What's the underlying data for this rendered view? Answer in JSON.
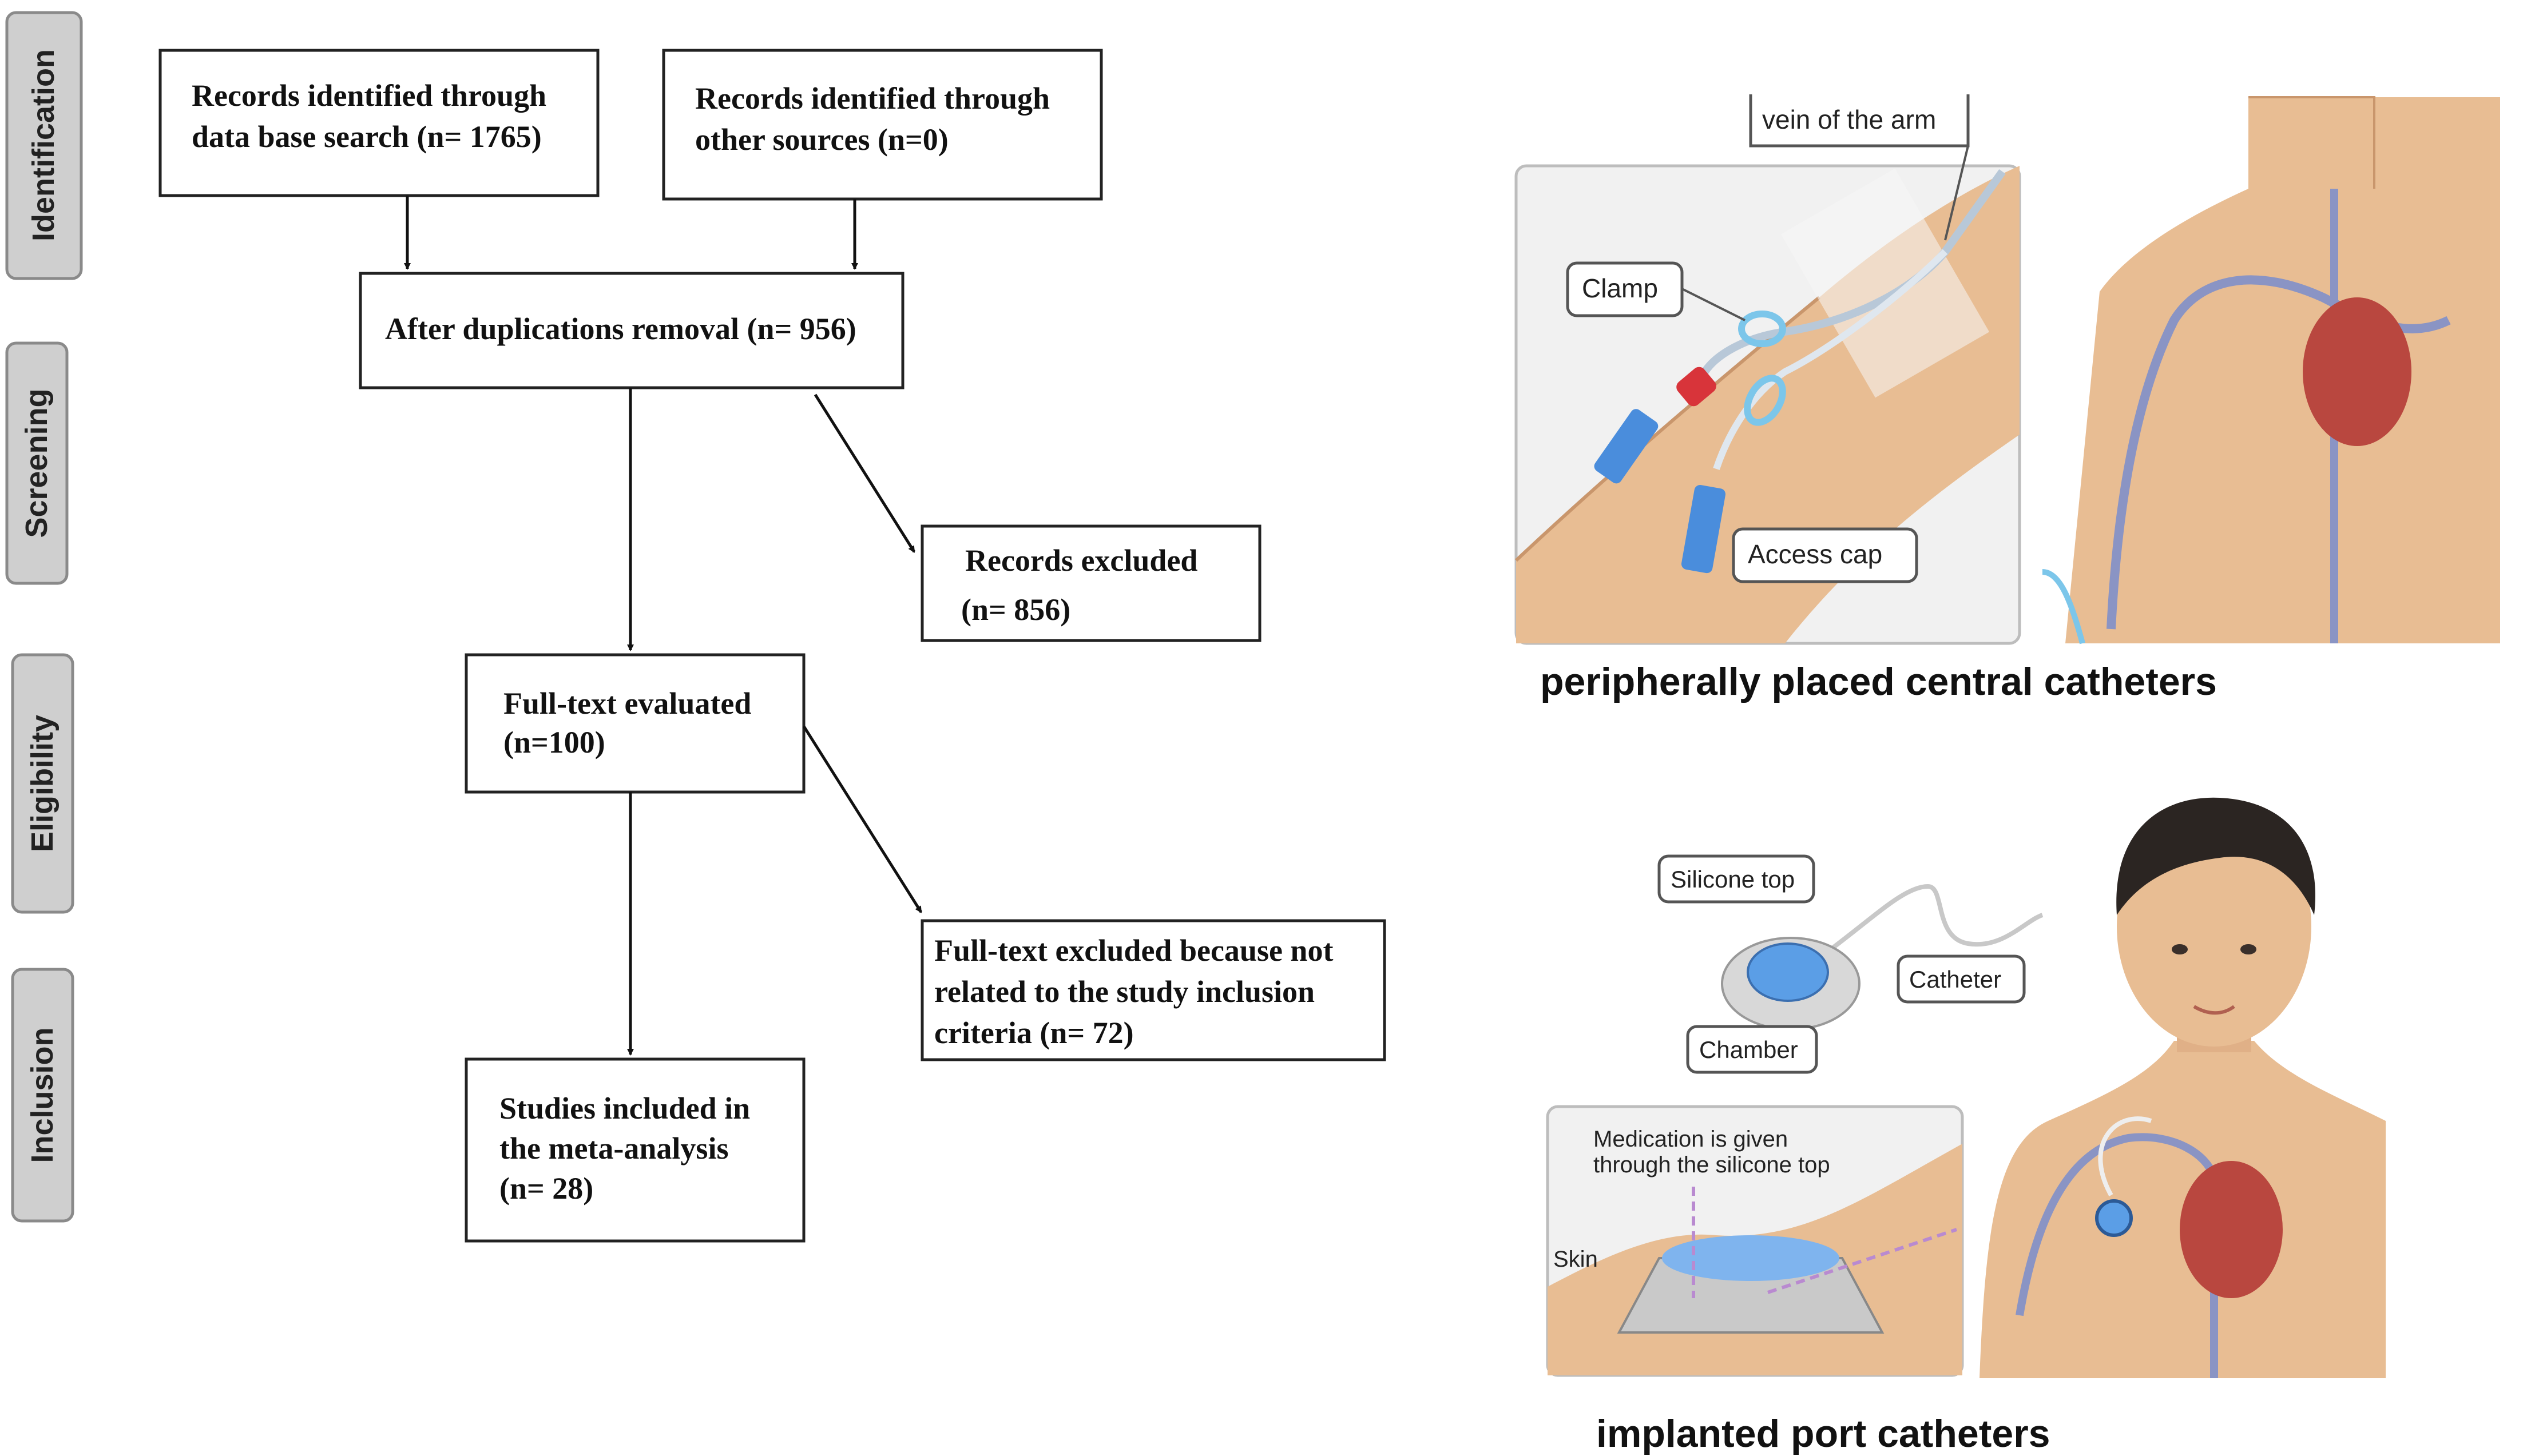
{
  "stages": [
    {
      "label": "Identification"
    },
    {
      "label": "Screening"
    },
    {
      "label": "Eligibility"
    },
    {
      "label": "Inclusion"
    }
  ],
  "flow": {
    "db_search": {
      "line1": "Records identified through",
      "line2": "data base  search (n= 1765)"
    },
    "other_sources": {
      "line1": "Records identified through",
      "line2": "other sources (n=0)"
    },
    "after_dup": {
      "line1": "After duplications removal (n= 956)"
    },
    "excluded": {
      "line1": "Records excluded",
      "line2": "(n= 856)"
    },
    "fulltext": {
      "line1": "Full-text evaluated",
      "line2": "(n=100)"
    },
    "fulltext_excluded": {
      "line1": "Full-text excluded because not",
      "line2": "related to the study inclusion",
      "line3": "criteria (n= 72)"
    },
    "included": {
      "line1": "Studies included in",
      "line2": "the meta-analysis",
      "line3": "(n= 28)"
    }
  },
  "illustrations": {
    "picc": {
      "caption": "peripherally placed central catheters",
      "labels": {
        "vein": "vein of the arm",
        "clamp": "Clamp",
        "access": "Access cap"
      }
    },
    "port": {
      "caption": "implanted port catheters",
      "labels": {
        "silicone": "Silicone top",
        "catheter": "Catheter",
        "chamber": "Chamber",
        "med1": "Medication is given",
        "med2": "through the silicone top",
        "skin": "Skin"
      }
    }
  },
  "colors": {
    "skin": "#e8bd93",
    "skin_shadow": "#d9a67c",
    "catheter_blue": "#5b9ee6",
    "clamp_blue": "#8fd0ee",
    "red_cap": "#d8343a",
    "vein": "#8a94c4",
    "heart": "#b9473f",
    "label_border": "#555555"
  }
}
